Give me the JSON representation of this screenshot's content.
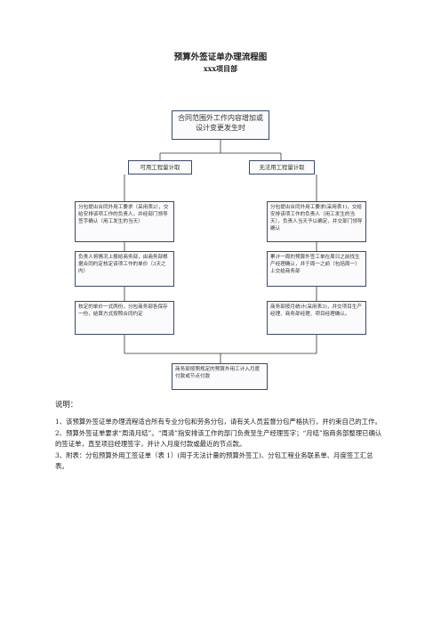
{
  "doc": {
    "title": "预算外签证单办理流程图",
    "subtitle": "xxx项目部"
  },
  "flow": {
    "top": "合同范围外工作内容增加或设计变更发生时",
    "left_branch": "可用工程量计取",
    "right_branch": "无法用工程量计取",
    "left_steps": [
      "分包提出合同外用工要求（采用表2），交给安排该项工作的负责人，并经部门领导签字确认（用工发生的当天）",
      "负责人将情况上报给商务部，由商务部根据合同约定核定该项工作的单价（3天之内）",
      "核定的单价一式两份，分包商务部各保存一份，结算方式按照合同约定"
    ],
    "right_steps": [
      "分包提出合同外用工要求(采用表1)，交给安排该项工作的负责人（用工发生的当天），负责人当天予以确定，并交部门领导确认",
      "累计一周的预算外签工单在周日之前找生产经理确认，并于周一之前（包括周一）上交给商务部",
      "商务部按月统计(采用表3)，并交项目生产经理、商务部经理、项目经理确认。"
    ],
    "bottom": "商务部按照规定的预算外用工计入月度付款或节点付款"
  },
  "notes": {
    "heading": "说明：",
    "items": [
      "1、该预算外签证单办理流程适合所有专业分包和劳务分包，请有关人员监督分包严格执行，并约束自己的工作。",
      "2、预算外签证单要求“周清月结”。“周清”指安排该工作的部门负责至生产经理签字；“月结”指商务部整理已确认的签证单，直至项目经理签字，并计入月度付款或最近的节点款。",
      "3、附表：分包预算外用工签证单（表 1）(用于无法计量的预算外签工)、分包工程业务联系单、月度签工汇总表。"
    ]
  },
  "colors": {
    "border": "#3a4a6e",
    "line": "#333333"
  }
}
